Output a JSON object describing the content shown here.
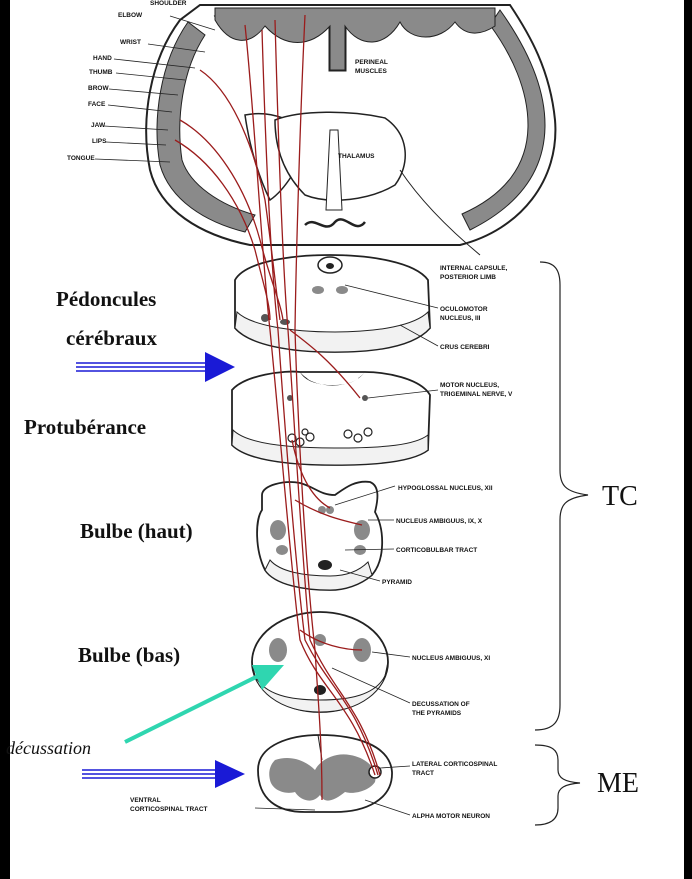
{
  "brain_labels": {
    "shoulder": "SHOULDER",
    "elbow": "ELBOW",
    "wrist": "WRIST",
    "hand": "HAND",
    "thumb": "THUMB",
    "brow": "BROW",
    "face": "FACE",
    "jaw": "JAW",
    "lips": "LIPS",
    "tongue": "TONGUE",
    "perineal": [
      "PERINEAL",
      "MUSCLES"
    ],
    "thalamus": "THALAMUS",
    "internal_capsule": [
      "INTERNAL CAPSULE,",
      "POSTERIOR LIMB"
    ]
  },
  "level_labels": {
    "peduncles_1": "Pédoncules",
    "peduncles_2": "cérébraux",
    "pons": "Protubérance",
    "bulb_high": "Bulbe (haut)",
    "bulb_low": "Bulbe (bas)",
    "decussation": "décussation"
  },
  "nucleus_labels": {
    "oculomotor": [
      "OCULOMOTOR",
      "NUCLEUS, III"
    ],
    "crus": "CRUS CEREBRI",
    "motor_trigeminal": [
      "MOTOR NUCLEUS,",
      "TRIGEMINAL NERVE, V"
    ],
    "hypoglossal": "HYPOGLOSSAL NUCLEUS, XII",
    "ambiguus_high": "NUCLEUS AMBIGUUS, IX, X",
    "corticobulbar": "CORTICOBULBAR TRACT",
    "pyramid": "PYRAMID",
    "ambiguus_low": "NUCLEUS AMBIGUUS, XI",
    "decussation_pyramids": [
      "DECUSSATION OF",
      "THE PYRAMIDS"
    ],
    "lateral_cst": [
      "LATERAL CORTICOSPINAL",
      "TRACT"
    ],
    "alpha_motor": "ALPHA MOTOR NEURON",
    "ventral_cst": [
      "VENTRAL",
      "CORTICOSPINAL TRACT"
    ]
  },
  "brackets": {
    "tc": "TC",
    "me": "ME"
  },
  "colors": {
    "tract": "#9b1c1c",
    "gray_matter": "#8a8a8a",
    "blue_arrow": "#1a1ad6",
    "teal_arrow": "#2fd6b0"
  }
}
